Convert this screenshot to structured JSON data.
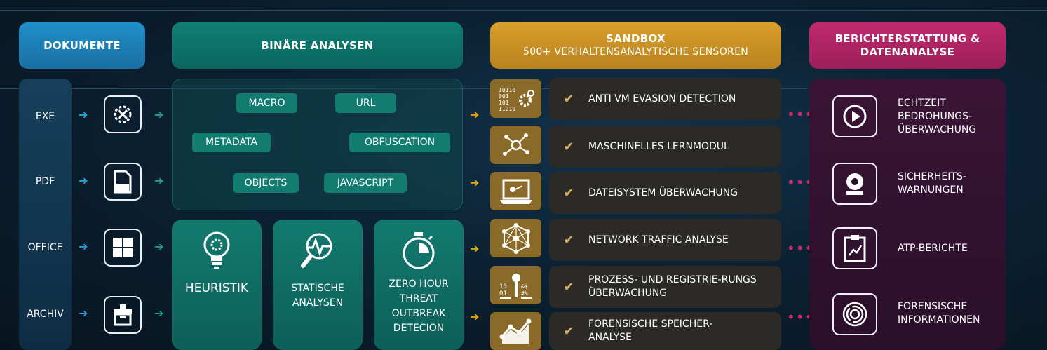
{
  "headers": {
    "dokumente": "DOKUMENTE",
    "binaere": "BINÄRE ANALYSEN",
    "sandbox_title": "SANDBOX",
    "sandbox_sub": "500+ VERHALTENSANALYTISCHE SENSOREN",
    "bericht": "BERICHTERSTATTUNG & DATENANALYSE"
  },
  "file_types": [
    "EXE",
    "PDF",
    "OFFICE",
    "ARCHIV"
  ],
  "binary_chips": [
    "MACRO",
    "URL",
    "METADATA",
    "OBFUSCATION",
    "OBJECTS",
    "JAVASCRIPT"
  ],
  "cards": [
    {
      "label": "HEURISTIK",
      "icon": "bulb-gear-icon"
    },
    {
      "label": "STATISCHE ANALYSEN",
      "icon": "magnifier-pulse-icon"
    },
    {
      "label": "ZERO HOUR THREAT OUTBREAK DETECION",
      "icon": "stopwatch-icon"
    }
  ],
  "sandbox_features": [
    {
      "label": "ANTI VM EVASION DETECTION",
      "icon": "binary-gear-icon"
    },
    {
      "label": "MASCHINELLES LERNMODUL",
      "icon": "neural-node-icon"
    },
    {
      "label": "DATEISYSTEM ÜBERWACHUNG",
      "icon": "laptop-icon"
    },
    {
      "label": "NETWORK TRAFFIC ANALYSE",
      "icon": "network-mesh-icon"
    },
    {
      "label": "PROZESS- UND REGISTRIE-RUNGS ÜBERWACHUNG",
      "icon": "key-binary-icon"
    },
    {
      "label": "FORENSISCHE SPEICHER-ANALYSE",
      "icon": "trend-chart-icon"
    }
  ],
  "report_items": [
    {
      "label": "ECHTZEIT BEDROHUNGS-ÜBERWACHUNG",
      "icon": "play-icon"
    },
    {
      "label": "SICHERHEITS-WARNUNGEN",
      "icon": "alarm-light-icon"
    },
    {
      "label": "ATP-BERICHTE",
      "icon": "clipboard-chart-icon"
    },
    {
      "label": "FORENSISCHE INFORMATIONEN",
      "icon": "fingerprint-icon"
    }
  ],
  "colors": {
    "blue": "#1f8fc9",
    "teal": "#0f7f74",
    "gold": "#d99f2a",
    "magenta": "#c02a6e"
  }
}
